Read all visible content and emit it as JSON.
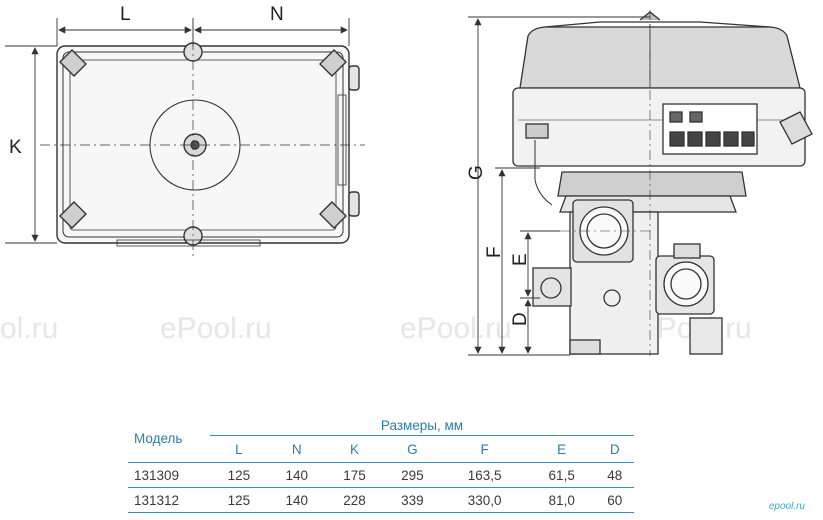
{
  "dimension_labels": {
    "L": "L",
    "N": "N",
    "K": "K",
    "G": "G",
    "F": "F",
    "E": "E",
    "D": "D"
  },
  "watermark": {
    "text": "ePool.ru",
    "fragment": "ol.ru",
    "small": "epool.ru"
  },
  "table": {
    "model_header": "Модель",
    "group_header": "Размеры, мм",
    "columns": [
      "L",
      "N",
      "K",
      "G",
      "F",
      "E",
      "D"
    ],
    "rows": [
      {
        "model": "131309",
        "values": [
          "125",
          "140",
          "175",
          "295",
          "163,5",
          "61,5",
          "48"
        ]
      },
      {
        "model": "131312",
        "values": [
          "125",
          "140",
          "228",
          "339",
          "330,0",
          "81,0",
          "60"
        ]
      }
    ]
  },
  "colors": {
    "line": "#333333",
    "accent": "#2a7fa8",
    "watermark": "#e6e6e6"
  }
}
